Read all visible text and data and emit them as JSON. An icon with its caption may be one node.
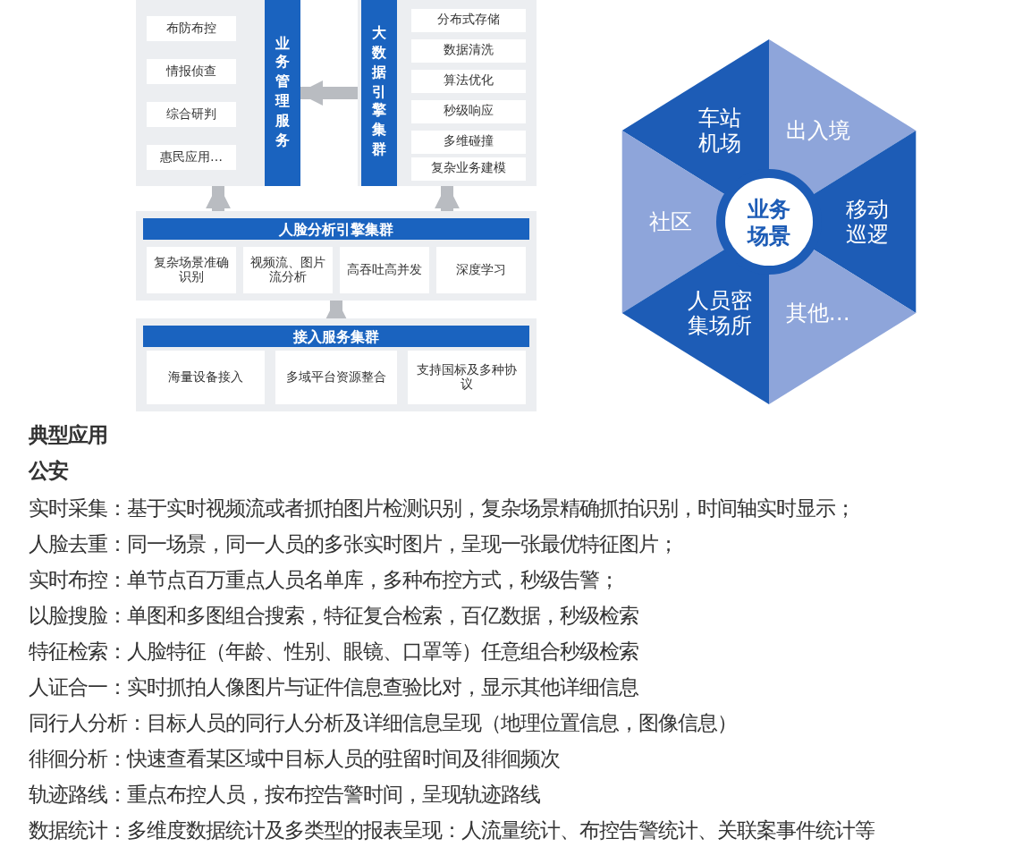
{
  "diagram": {
    "nodes": [
      {
        "text": [
          "业务管理服务"
        ]
      },
      {
        "text": [
          "布防布控"
        ],
        "in": 0
      },
      {
        "text": [
          "情报侦查"
        ],
        "in": 0
      },
      {
        "text": [
          "综合研判"
        ],
        "in": 0
      },
      {
        "text": [
          "惠民应用…"
        ],
        "in": 0
      },
      {
        "text": [
          "大数据引擎集群"
        ]
      },
      {
        "text": [
          "分布式存储"
        ],
        "in": 5
      },
      {
        "text": [
          "数据清洗"
        ],
        "in": 5
      },
      {
        "text": [
          "算法优化"
        ],
        "in": 5
      },
      {
        "text": [
          "秒级响应"
        ],
        "in": 5
      },
      {
        "text": [
          "多维碰撞"
        ],
        "in": 5
      },
      {
        "text": [
          "复杂业务建模"
        ],
        "in": 5
      },
      {
        "text": [
          "人脸分析引擎集群"
        ]
      },
      {
        "text": [
          "复杂场景准确识别"
        ],
        "in": 12
      },
      {
        "text": [
          "视频流、图片流分析"
        ],
        "in": 12
      },
      {
        "text": [
          "高吞吐高并发"
        ],
        "in": 12
      },
      {
        "text": [
          "深度学习"
        ],
        "in": 12
      },
      {
        "text": [
          "接入服务集群"
        ]
      },
      {
        "text": [
          "海量设备接入"
        ],
        "in": 17
      },
      {
        "text": [
          "多域平台资源整合"
        ],
        "in": 17
      },
      {
        "text": [
          "支持国标及多种协议"
        ],
        "in": 17
      },
      {
        "text": [
          "车站机场"
        ]
      },
      {
        "text": [
          "出入境"
        ]
      },
      {
        "text": [
          "社区"
        ]
      },
      {
        "text": [
          "业务场景"
        ]
      },
      {
        "text": [
          "移动巡逻"
        ]
      },
      {
        "text": [
          "人员密集场所"
        ]
      },
      {
        "text": [
          "其他…"
        ]
      }
    ],
    "edges": [
      {
        "from": 17,
        "to": 12,
        "arrow": "to"
      },
      {
        "from": 12,
        "to": 0,
        "arrow": "to"
      },
      {
        "from": 12,
        "to": 5,
        "arrow": "to"
      },
      {
        "from": 5,
        "to": 0,
        "arrow": "to"
      }
    ],
    "labels": [
      "典型应用",
      "公安",
      "实时采集：基于实时视频流或者抓拍图片检测识别，复杂场景精确抓拍识别，时间轴实时显示；",
      "人脸去重：同一场景，同一人员的多张实时图片，呈现一张最优特征图片；",
      "实时布控：单节点百万重点人员名单库，多种布控方式，秒级告警；",
      "以脸搜脸：单图和多图组合搜索，特征复合检索，百亿数据，秒级检索",
      "特征检索：人脸特征（年龄、性别、眼镜、口罩等）任意组合秒级检索",
      "人证合一：实时抓拍人像图片与证件信息查验比对，显示其他详细信息",
      "同行人分析：目标人员的同行人分析及详细信息呈现（地理位置信息，图像信息）",
      "徘徊分析：快速查看某区域中目标人员的驻留时间及徘徊频次",
      "轨迹路线：重点布控人员，按布控告警时间，呈现轨迹路线",
      "数据统计：多维度数据统计及多类型的报表呈现：人流量统计、布控告警统计、关联案事件统计等"
    ]
  }
}
